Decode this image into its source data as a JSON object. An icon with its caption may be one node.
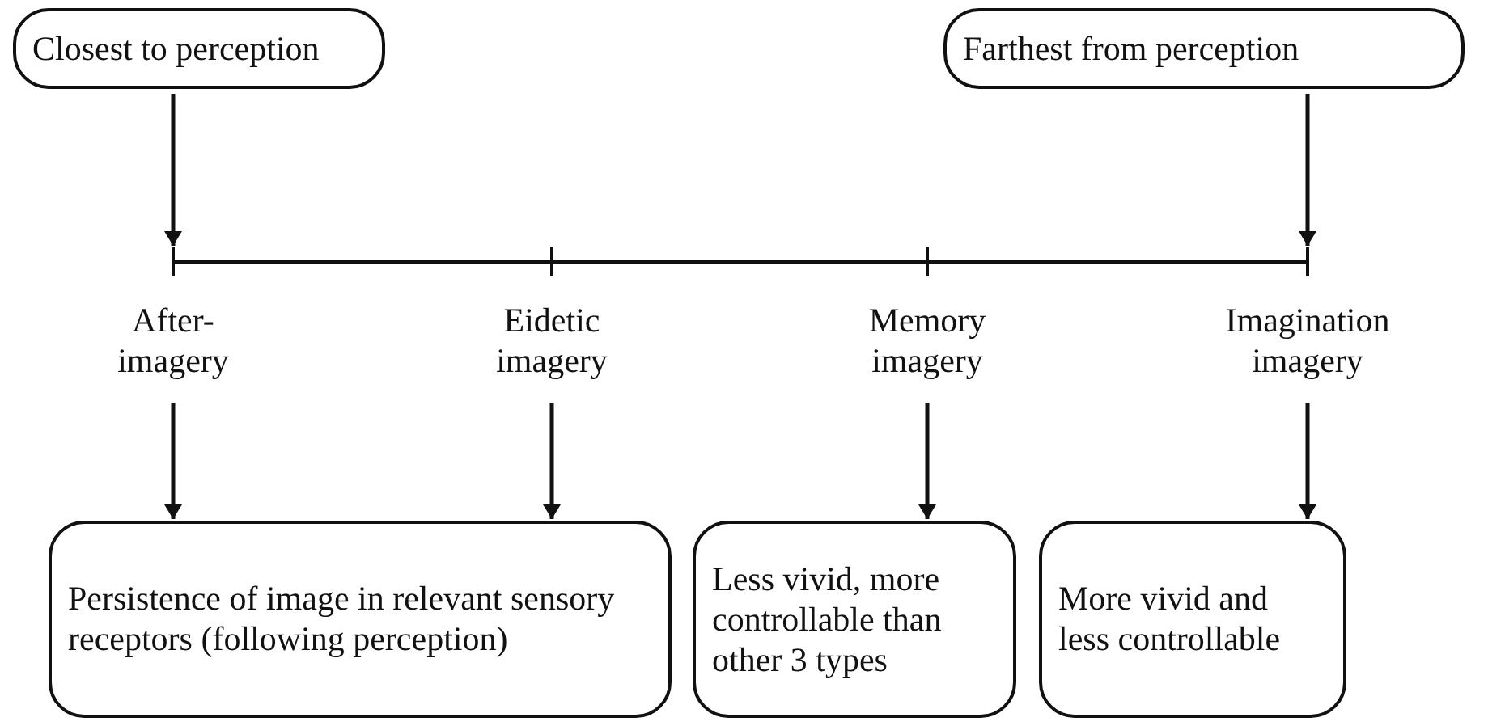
{
  "diagram": {
    "nodes": [
      {
        "text": [
          "Closest to perception"
        ]
      },
      {
        "text": [
          "Farthest from perception"
        ]
      },
      {
        "text": [
          "After-imagery"
        ]
      },
      {
        "text": [
          "Eidetic imagery"
        ]
      },
      {
        "text": [
          "Memory imagery"
        ]
      },
      {
        "text": [
          "Imagination imagery"
        ]
      },
      {
        "text": [
          "Persistence of image in relevant sensory receptors (following perception)"
        ]
      },
      {
        "text": [
          "Less vivid, more controllable than other 3 types"
        ]
      },
      {
        "text": [
          "More vivid and less controllable"
        ]
      }
    ],
    "edges": [
      {
        "from": 0,
        "to": 2,
        "arrow": "to"
      },
      {
        "from": 1,
        "to": 5,
        "arrow": "to"
      },
      {
        "from": 2,
        "to": 6,
        "arrow": "to"
      },
      {
        "from": 3,
        "to": 6,
        "arrow": "to"
      },
      {
        "from": 4,
        "to": 7,
        "arrow": "to"
      },
      {
        "from": 5,
        "to": 8,
        "arrow": "to"
      }
    ]
  }
}
